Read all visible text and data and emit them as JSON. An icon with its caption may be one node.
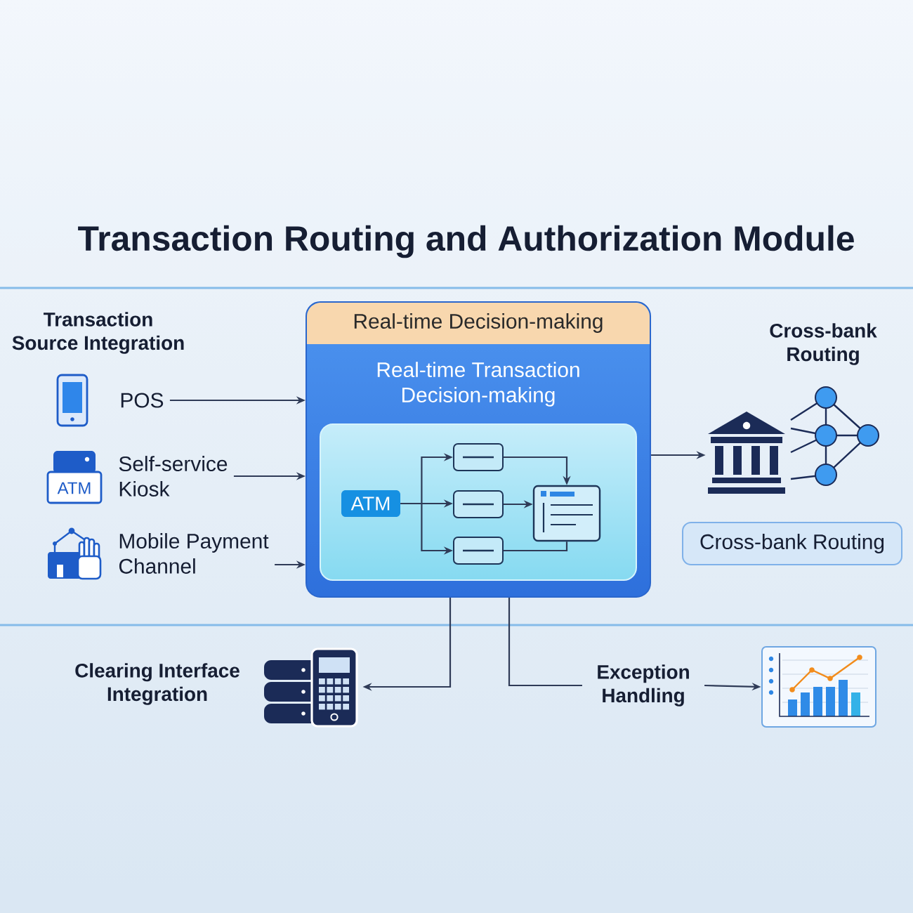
{
  "diagram": {
    "title": "Transaction Routing and Authorization Module",
    "nodes": [
      {
        "text": [
          "POS"
        ]
      },
      {
        "text": [
          "Self-service Kiosk"
        ]
      },
      {
        "text": [
          "Mobile Payment Channel"
        ]
      },
      {
        "text": [
          "Real-time Decision-making",
          "Real-time Transaction Decision-making"
        ]
      },
      {
        "text": [],
        "shape": "box",
        "in": 3
      },
      {
        "text": [
          "ATM"
        ],
        "in": 4
      },
      {
        "text": [],
        "shape": "box",
        "in": 4
      },
      {
        "text": [],
        "shape": "box",
        "in": 4
      },
      {
        "text": [],
        "shape": "box",
        "in": 4
      },
      {
        "text": [],
        "shape": "box",
        "in": 4
      },
      {
        "text": [],
        "shape": "picture",
        "beside": [
          "Cross-bank Routing"
        ]
      },
      {
        "text": [
          "Cross-bank Routing"
        ]
      },
      {
        "text": [],
        "shape": "picture",
        "beside": [
          "Clearing Interface Integration"
        ]
      },
      {
        "text": [
          "Exception Handling"
        ]
      },
      {
        "text": [],
        "shape": "picture"
      }
    ],
    "edges": [
      {
        "from": 0,
        "to": 3,
        "arrow": "to"
      },
      {
        "from": 1,
        "to": 3,
        "arrow": "to"
      },
      {
        "from": 2,
        "to": 3,
        "arrow": "to"
      },
      {
        "from": 5,
        "to": 6,
        "arrow": "to"
      },
      {
        "from": 5,
        "to": 7,
        "arrow": "to"
      },
      {
        "from": 5,
        "to": 8,
        "arrow": "to"
      },
      {
        "from": 6,
        "to": 9,
        "arrow": "to"
      },
      {
        "from": 7,
        "to": 9,
        "arrow": "to"
      },
      {
        "from": 8,
        "to": 9,
        "arrow": "none"
      },
      {
        "from": 3,
        "to": 10,
        "arrow": "to"
      },
      {
        "from": 3,
        "to": 12,
        "arrow": "to"
      },
      {
        "from": 3,
        "to": 13,
        "arrow": "none"
      },
      {
        "from": 13,
        "to": 14,
        "arrow": "to"
      }
    ],
    "labels": [
      "Transaction Source Integration",
      "ATM"
    ]
  }
}
